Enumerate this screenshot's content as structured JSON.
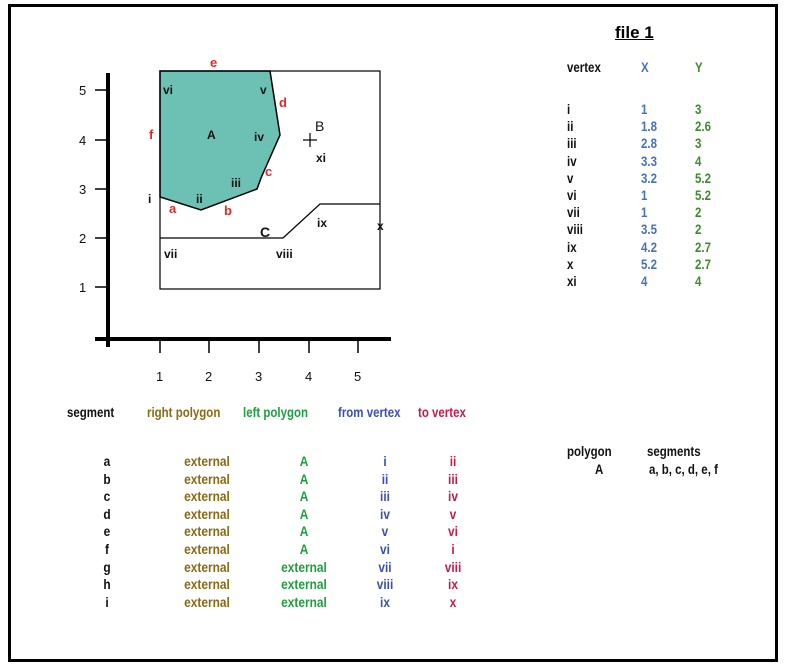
{
  "colors": {
    "polygon_fill": "#6cc0b4",
    "segment_label": "#e02828",
    "x_values": "#4470c4",
    "y_values": "#3d8b2f",
    "right_polygon": "#8b6914",
    "left_polygon": "#1e9e3e",
    "from_vertex": "#3a4fb5",
    "to_vertex": "#c9184a"
  },
  "diagram": {
    "x_ticks": [
      "1",
      "2",
      "3",
      "4",
      "5"
    ],
    "y_ticks": [
      "1",
      "2",
      "3",
      "4",
      "5"
    ],
    "polygon_label": "A",
    "point_b_label": "B",
    "point_c_label": "C",
    "vertex_labels": [
      "i",
      "ii",
      "iii",
      "iv",
      "v",
      "vi",
      "vii",
      "viii",
      "ix",
      "x",
      "xi"
    ],
    "segment_labels": [
      "a",
      "b",
      "c",
      "d",
      "e",
      "f"
    ]
  },
  "file_table": {
    "title": "file 1",
    "headers": {
      "vertex": "vertex",
      "x": "X",
      "y": "Y"
    },
    "rows": [
      {
        "vertex": "i",
        "x": "1",
        "y": "3"
      },
      {
        "vertex": "ii",
        "x": "1.8",
        "y": "2.6"
      },
      {
        "vertex": "iii",
        "x": "2.8",
        "y": "3"
      },
      {
        "vertex": "iv",
        "x": "3.3",
        "y": "4"
      },
      {
        "vertex": "v",
        "x": "3.2",
        "y": "5.2"
      },
      {
        "vertex": "vi",
        "x": "1",
        "y": "5.2"
      },
      {
        "vertex": "vii",
        "x": "1",
        "y": "2"
      },
      {
        "vertex": "viii",
        "x": "3.5",
        "y": "2"
      },
      {
        "vertex": "ix",
        "x": "4.2",
        "y": "2.7"
      },
      {
        "vertex": "x",
        "x": "5.2",
        "y": "2.7"
      },
      {
        "vertex": "xi",
        "x": "4",
        "y": "4"
      }
    ]
  },
  "segment_table": {
    "headers": {
      "segment": "segment",
      "right": "right polygon",
      "left": "left polygon",
      "from": "from vertex",
      "to": "to vertex"
    },
    "rows": [
      {
        "segment": "a",
        "right": "external",
        "left": "A",
        "from": "i",
        "to": "ii"
      },
      {
        "segment": "b",
        "right": "external",
        "left": "A",
        "from": "ii",
        "to": "iii"
      },
      {
        "segment": "c",
        "right": "external",
        "left": "A",
        "from": "iii",
        "to": "iv"
      },
      {
        "segment": "d",
        "right": "external",
        "left": "A",
        "from": "iv",
        "to": "v"
      },
      {
        "segment": "e",
        "right": "external",
        "left": "A",
        "from": "v",
        "to": "vi"
      },
      {
        "segment": "f",
        "right": "external",
        "left": "A",
        "from": "vi",
        "to": "i"
      },
      {
        "segment": "g",
        "right": "external",
        "left": "external",
        "from": "vii",
        "to": "viii"
      },
      {
        "segment": "h",
        "right": "external",
        "left": "external",
        "from": "viii",
        "to": "ix"
      },
      {
        "segment": "i",
        "right": "external",
        "left": "external",
        "from": "ix",
        "to": "x"
      }
    ]
  },
  "polygon_table": {
    "headers": {
      "polygon": "polygon",
      "segments": "segments"
    },
    "rows": [
      {
        "polygon": "A",
        "segments": "a, b, c, d, e, f"
      }
    ]
  }
}
